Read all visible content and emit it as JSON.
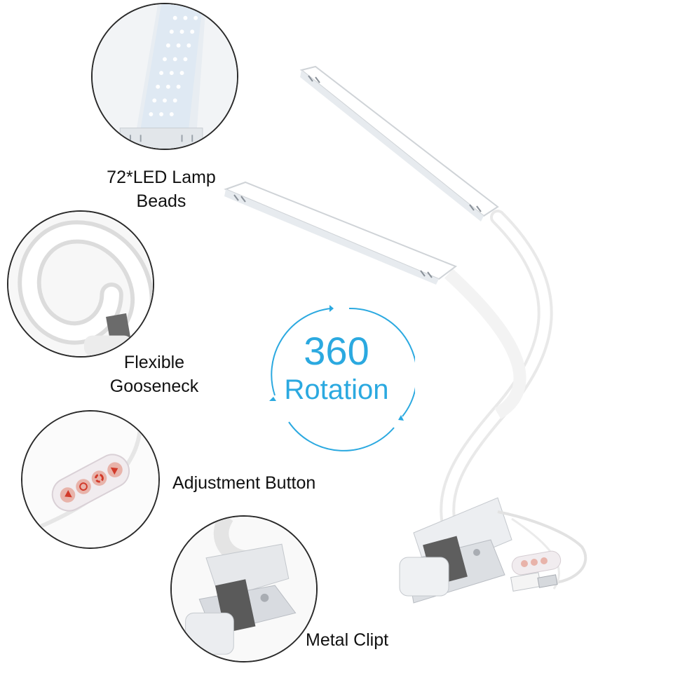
{
  "features": [
    {
      "line1": "72*LED Lamp",
      "line2": "Beads",
      "icon": "led-beads-icon"
    },
    {
      "line1": "Flexible",
      "line2": "Gooseneck",
      "icon": "gooseneck-icon"
    },
    {
      "line1": "Adjustment Button",
      "line2": "",
      "icon": "control-button-icon"
    },
    {
      "line1": "Metal Clipt",
      "line2": "",
      "icon": "clip-icon"
    }
  ],
  "rotation": {
    "number": "360",
    "word": "Rotation",
    "color": "#2ba9e0"
  }
}
